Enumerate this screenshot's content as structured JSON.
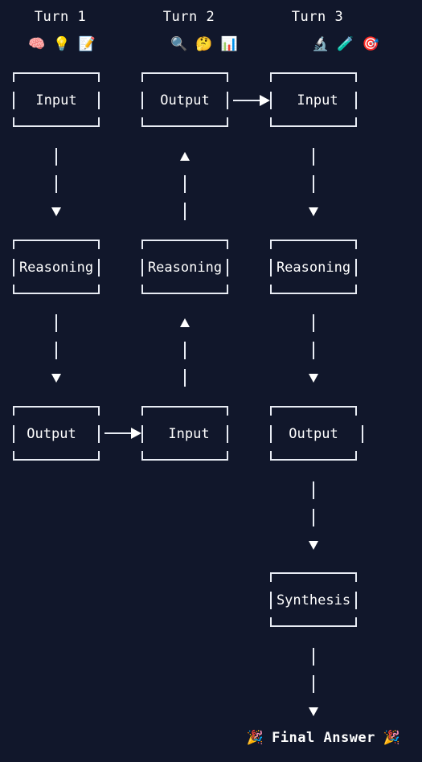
{
  "turns": [
    {
      "title": "Turn 1",
      "icons": [
        "🧠",
        "💡",
        "📝"
      ]
    },
    {
      "title": "Turn 2",
      "icons": [
        "🔍",
        "🤔",
        "📊"
      ]
    },
    {
      "title": "Turn 3",
      "icons": [
        "🔬",
        "🧪",
        "🎯"
      ]
    }
  ],
  "nodes": {
    "t1_input": "Input",
    "t1_reasoning": "Reasoning",
    "t1_output": "Output",
    "t2_output": "Output",
    "t2_reasoning": "Reasoning",
    "t2_input": "Input",
    "t3_input": "Input",
    "t3_reasoning": "Reasoning",
    "t3_output": "Output",
    "t3_synthesis": "Synthesis"
  },
  "final": {
    "icon": "🎉",
    "label": "Final Answer"
  }
}
